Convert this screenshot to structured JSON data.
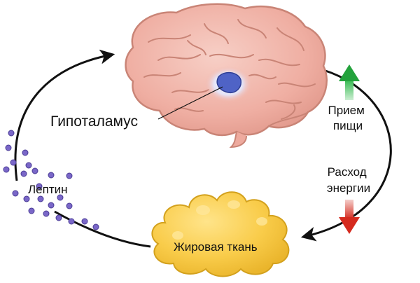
{
  "labels": {
    "hypothalamus": "Гипоталамус",
    "leptin": "Лептин",
    "food_intake_line1": "Прием",
    "food_intake_line2": "пищи",
    "energy_expenditure_line1": "Расход",
    "energy_expenditure_line2": "энергии",
    "fat_tissue": "Жировая ткань"
  },
  "colors": {
    "brain_fill": "#f2b6ab",
    "brain_outline": "#c98476",
    "hypothalamus_fill": "#4f63c6",
    "hypothalamus_glow": "#dfe6ff",
    "fat_fill": "#f9cc4a",
    "fat_outline": "#d3a11d",
    "arrow_up": "#23a23c",
    "arrow_down": "#d52a1e",
    "leptin_dot": "#7a67c8",
    "cycle_line": "#111111"
  },
  "icons": {
    "brain": "brain-icon",
    "fat": "fat-tissue-icon",
    "up": "increase-arrow-icon",
    "down": "decrease-arrow-icon"
  }
}
